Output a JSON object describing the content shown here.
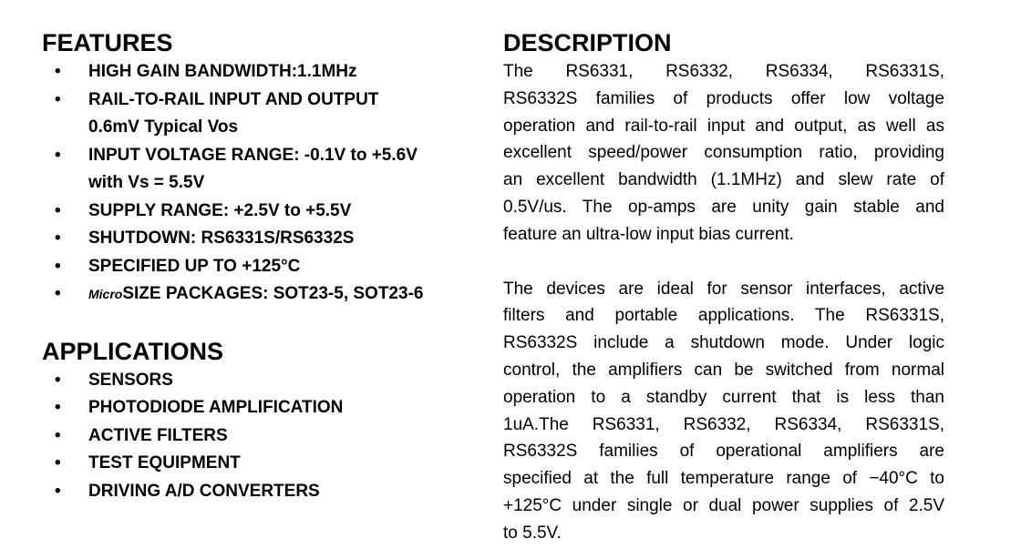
{
  "features": {
    "title": "FEATURES",
    "items": [
      {
        "text": "HIGH GAIN BANDWIDTH:1.1MHz"
      },
      {
        "text": "RAIL-TO-RAIL INPUT AND OUTPUT",
        "sub": "0.6mV Typical Vos"
      },
      {
        "text": "INPUT VOLTAGE RANGE: -0.1V to +5.6V",
        "sub": "with Vs = 5.5V"
      },
      {
        "text": "SUPPLY RANGE: +2.5V to +5.5V"
      },
      {
        "text": "SHUTDOWN: RS6331S/RS6332S"
      },
      {
        "text": "SPECIFIED UP TO +125°C"
      },
      {
        "prefix_italic": "Micro",
        "text": "SIZE PACKAGES: SOT23-5, SOT23-6"
      }
    ]
  },
  "applications": {
    "title": "APPLICATIONS",
    "items": [
      "SENSORS",
      "PHOTODIODE AMPLIFICATION",
      "ACTIVE FILTERS",
      "TEST EQUIPMENT",
      "DRIVING A/D CONVERTERS"
    ]
  },
  "description": {
    "title": "DESCRIPTION",
    "paragraph1_lines": [
      "The RS6331, RS6332, RS6334, RS6331S,",
      "RS6332S families of products offer low voltage",
      "operation and rail-to-rail input and output, as well as",
      "excellent speed/power consumption ratio, providing",
      "an excellent bandwidth (1.1MHz) and slew rate of",
      "0.5V/us. The op-amps are unity gain stable and",
      "feature an ultra-low input bias current."
    ],
    "paragraph2_lines": [
      "The devices are ideal for sensor interfaces, active",
      "filters and portable applications. The RS6331S,",
      "RS6332S include a shutdown mode. Under logic",
      "control, the amplifiers can be switched from normal",
      "operation to a standby current that is less than",
      "1uA.The RS6331, RS6332, RS6334, RS6331S,",
      "RS6332S families of operational amplifiers are",
      "specified at the full temperature range of −40°C to",
      "+125°C under single or dual power supplies of 2.5V",
      "to 5.5V."
    ]
  },
  "bullet_glyph": "•"
}
